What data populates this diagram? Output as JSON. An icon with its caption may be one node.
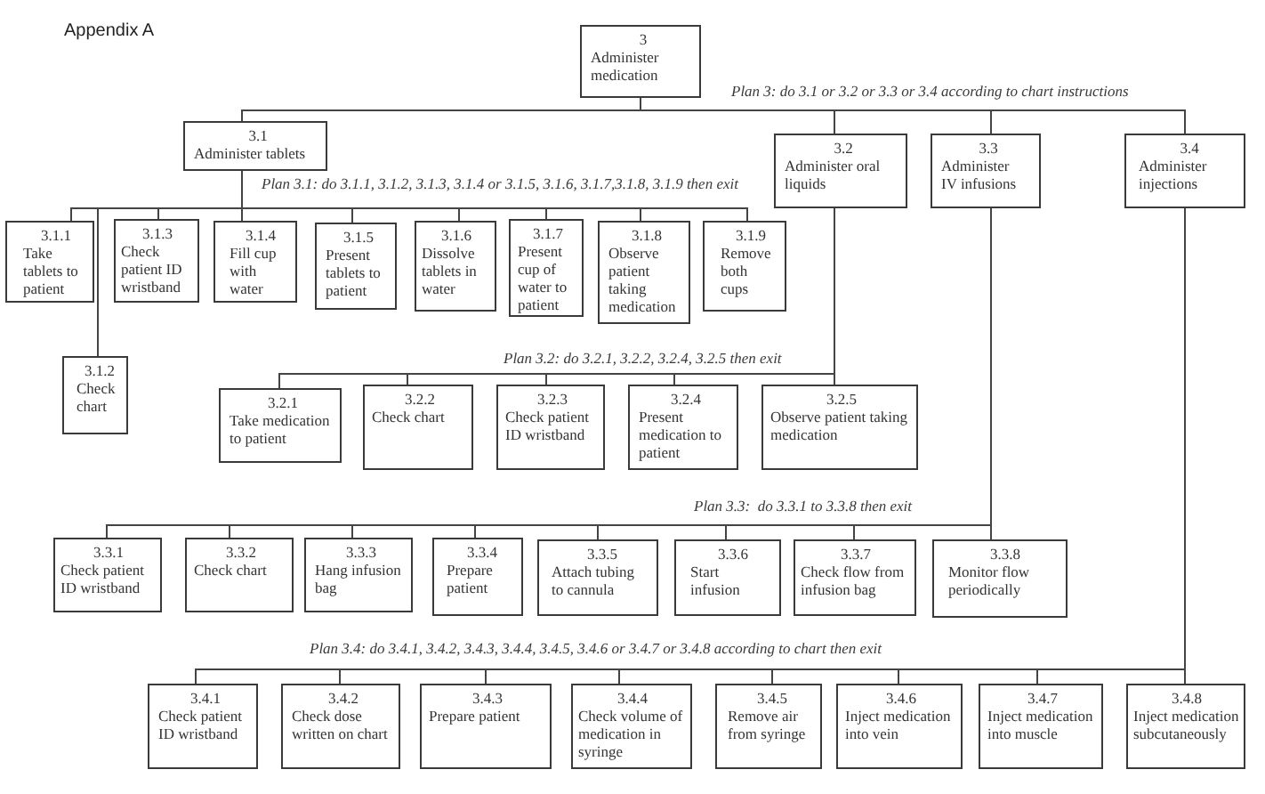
{
  "diagram": {
    "title": "Appendix A",
    "nodes": [
      {
        "text": [
          "3",
          "Administer medication"
        ]
      },
      {
        "text": [
          "3.1",
          "Administer tablets"
        ]
      },
      {
        "text": [
          "3.2",
          "Administer oral liquids"
        ]
      },
      {
        "text": [
          "3.3",
          "Administer IV infusions"
        ]
      },
      {
        "text": [
          "3.4",
          "Administer injections"
        ]
      },
      {
        "text": [
          "3.1.1",
          "Take tablets to patient"
        ]
      },
      {
        "text": [
          "3.1.2",
          "Check chart"
        ]
      },
      {
        "text": [
          "3.1.3",
          "Check patient ID wristband"
        ]
      },
      {
        "text": [
          "3.1.4",
          "Fill cup with water"
        ]
      },
      {
        "text": [
          "3.1.5",
          "Present tablets to patient"
        ]
      },
      {
        "text": [
          "3.1.6",
          "Dissolve tablets in water"
        ]
      },
      {
        "text": [
          "3.1.7",
          "Present cup of water to patient"
        ]
      },
      {
        "text": [
          "3.1.8",
          "Observe patient taking medication"
        ]
      },
      {
        "text": [
          "3.1.9",
          "Remove both cups"
        ]
      },
      {
        "text": [
          "3.2.1",
          "Take medication to patient"
        ]
      },
      {
        "text": [
          "3.2.2",
          "Check chart"
        ]
      },
      {
        "text": [
          "3.2.3",
          "Check patient ID wristband"
        ]
      },
      {
        "text": [
          "3.2.4",
          "Present medication to patient"
        ]
      },
      {
        "text": [
          "3.2.5",
          "Observe patient taking medication"
        ]
      },
      {
        "text": [
          "3.3.1",
          "Check patient ID wristband"
        ]
      },
      {
        "text": [
          "3.3.2",
          "Check chart"
        ]
      },
      {
        "text": [
          "3.3.3",
          "Hang infusion bag"
        ]
      },
      {
        "text": [
          "3.3.4",
          "Prepare patient"
        ]
      },
      {
        "text": [
          "3.3.5",
          "Attach tubing to cannula"
        ]
      },
      {
        "text": [
          "3.3.6",
          "Start infusion"
        ]
      },
      {
        "text": [
          "3.3.7",
          "Check flow from infusion bag"
        ]
      },
      {
        "text": [
          "3.3.8",
          "Monitor flow periodically"
        ]
      },
      {
        "text": [
          "3.4.1",
          "Check patient ID wristband"
        ]
      },
      {
        "text": [
          "3.4.2",
          "Check dose written on chart"
        ]
      },
      {
        "text": [
          "3.4.3",
          "Prepare patient"
        ]
      },
      {
        "text": [
          "3.4.4",
          "Check volume of medication in syringe"
        ]
      },
      {
        "text": [
          "3.4.5",
          "Remove air from syringe"
        ]
      },
      {
        "text": [
          "3.4.6",
          "Inject medication into vein"
        ]
      },
      {
        "text": [
          "3.4.7",
          "Inject medication into muscle"
        ]
      },
      {
        "text": [
          "3.4.8",
          "Inject medication subcutaneously"
        ]
      }
    ],
    "edges": [
      {
        "from": 0,
        "to": 1,
        "arrow": "none"
      },
      {
        "from": 0,
        "to": 2,
        "arrow": "none"
      },
      {
        "from": 0,
        "to": 3,
        "arrow": "none"
      },
      {
        "from": 0,
        "to": 4,
        "arrow": "none"
      },
      {
        "from": 1,
        "to": 5,
        "arrow": "none"
      },
      {
        "from": 1,
        "to": 6,
        "arrow": "none"
      },
      {
        "from": 1,
        "to": 7,
        "arrow": "none"
      },
      {
        "from": 1,
        "to": 8,
        "arrow": "none"
      },
      {
        "from": 1,
        "to": 9,
        "arrow": "none"
      },
      {
        "from": 1,
        "to": 10,
        "arrow": "none"
      },
      {
        "from": 1,
        "to": 11,
        "arrow": "none"
      },
      {
        "from": 1,
        "to": 12,
        "arrow": "none"
      },
      {
        "from": 1,
        "to": 13,
        "arrow": "none"
      },
      {
        "from": 2,
        "to": 14,
        "arrow": "none"
      },
      {
        "from": 2,
        "to": 15,
        "arrow": "none"
      },
      {
        "from": 2,
        "to": 16,
        "arrow": "none"
      },
      {
        "from": 2,
        "to": 17,
        "arrow": "none"
      },
      {
        "from": 2,
        "to": 18,
        "arrow": "none"
      },
      {
        "from": 3,
        "to": 19,
        "arrow": "none"
      },
      {
        "from": 3,
        "to": 20,
        "arrow": "none"
      },
      {
        "from": 3,
        "to": 21,
        "arrow": "none"
      },
      {
        "from": 3,
        "to": 22,
        "arrow": "none"
      },
      {
        "from": 3,
        "to": 23,
        "arrow": "none"
      },
      {
        "from": 3,
        "to": 24,
        "arrow": "none"
      },
      {
        "from": 3,
        "to": 25,
        "arrow": "none"
      },
      {
        "from": 3,
        "to": 26,
        "arrow": "none"
      },
      {
        "from": 4,
        "to": 27,
        "arrow": "none"
      },
      {
        "from": 4,
        "to": 28,
        "arrow": "none"
      },
      {
        "from": 4,
        "to": 29,
        "arrow": "none"
      },
      {
        "from": 4,
        "to": 30,
        "arrow": "none"
      },
      {
        "from": 4,
        "to": 31,
        "arrow": "none"
      },
      {
        "from": 4,
        "to": 32,
        "arrow": "none"
      },
      {
        "from": 4,
        "to": 33,
        "arrow": "none"
      },
      {
        "from": 4,
        "to": 34,
        "arrow": "none"
      }
    ],
    "labels": [
      "Plan 3: do 3.1 or 3.2 or 3.3 or 3.4 according to chart instructions",
      "Plan 3.1: do 3.1.1, 3.1.2, 3.1.3, 3.1.4 or 3.1.5, 3.1.6, 3.1.7,3.1.8, 3.1.9 then exit",
      "Plan 3.2: do 3.2.1, 3.2.2, 3.2.4, 3.2.5 then exit",
      "Plan 3.3:  do 3.3.1 to 3.3.8 then exit",
      "Plan 3.4: do 3.4.1, 3.4.2, 3.4.3, 3.4.4, 3.4.5, 3.4.6 or 3.4.7 or 3.4.8 according to chart then exit"
    ]
  }
}
